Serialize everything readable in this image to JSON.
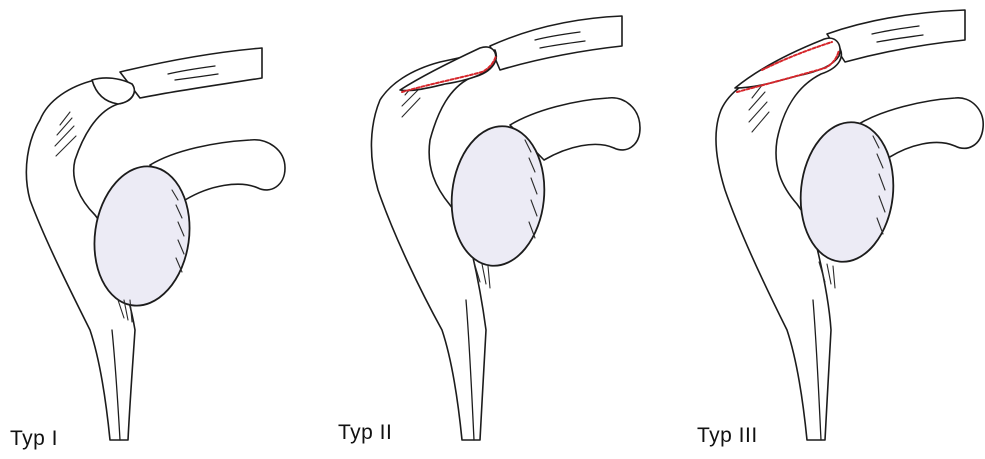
{
  "panels": [
    {
      "label": "Typ I"
    },
    {
      "label": "Typ II"
    },
    {
      "label": "Typ III"
    }
  ],
  "colors": {
    "line": "#1c1c1c",
    "glenoid_fill": "#ecebf5",
    "acromion_marking": "#d6262b"
  }
}
